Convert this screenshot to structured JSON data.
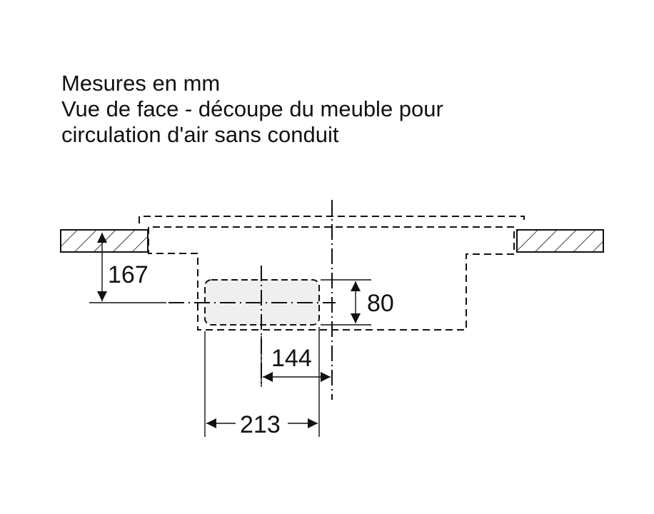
{
  "title_lines": [
    "Mesures en mm",
    "Vue de face - découpe du meuble pour",
    "circulation d'air sans conduit"
  ],
  "dimensions": {
    "height_from_worktop": "167",
    "opening_height": "80",
    "center_offset": "144",
    "opening_width": "213"
  },
  "colors": {
    "line": "#111111",
    "opening_fill": "#efefef"
  }
}
